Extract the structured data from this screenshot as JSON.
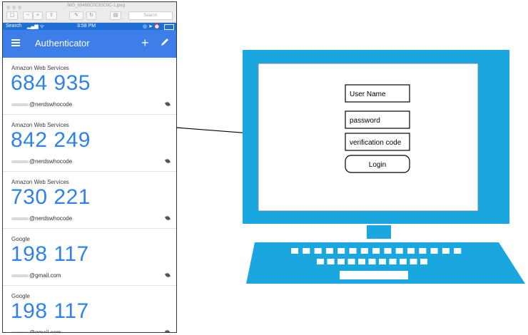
{
  "window": {
    "file_name": "IMG_6946BC0C83C0C-1.jpeg",
    "search_placeholder": "Search"
  },
  "status_bar": {
    "carrier": "Search",
    "time": "3:58 PM"
  },
  "app": {
    "title": "Authenticator"
  },
  "accounts": [
    {
      "issuer": "Amazon Web Services",
      "code": "684 935",
      "email_suffix": "@nerdswhocode"
    },
    {
      "issuer": "Amazon Web Services",
      "code": "842 249",
      "email_suffix": "@nerdswhocode"
    },
    {
      "issuer": "Amazon Web Services",
      "code": "730 221",
      "email_suffix": "@nerdswhocode"
    },
    {
      "issuer": "Google",
      "code": "198 117",
      "email_suffix": "@gmail.com"
    },
    {
      "issuer": "Google",
      "code": "198 117",
      "email_suffix": "@gmail.com"
    }
  ],
  "login_form": {
    "username_label": "User Name",
    "password_label": "password",
    "verification_label": "verification code",
    "login_button": "Login"
  },
  "colors": {
    "monitor": "#1aa7e0",
    "app_bar": "#3d7ee9",
    "code_text": "#2f82e6"
  }
}
